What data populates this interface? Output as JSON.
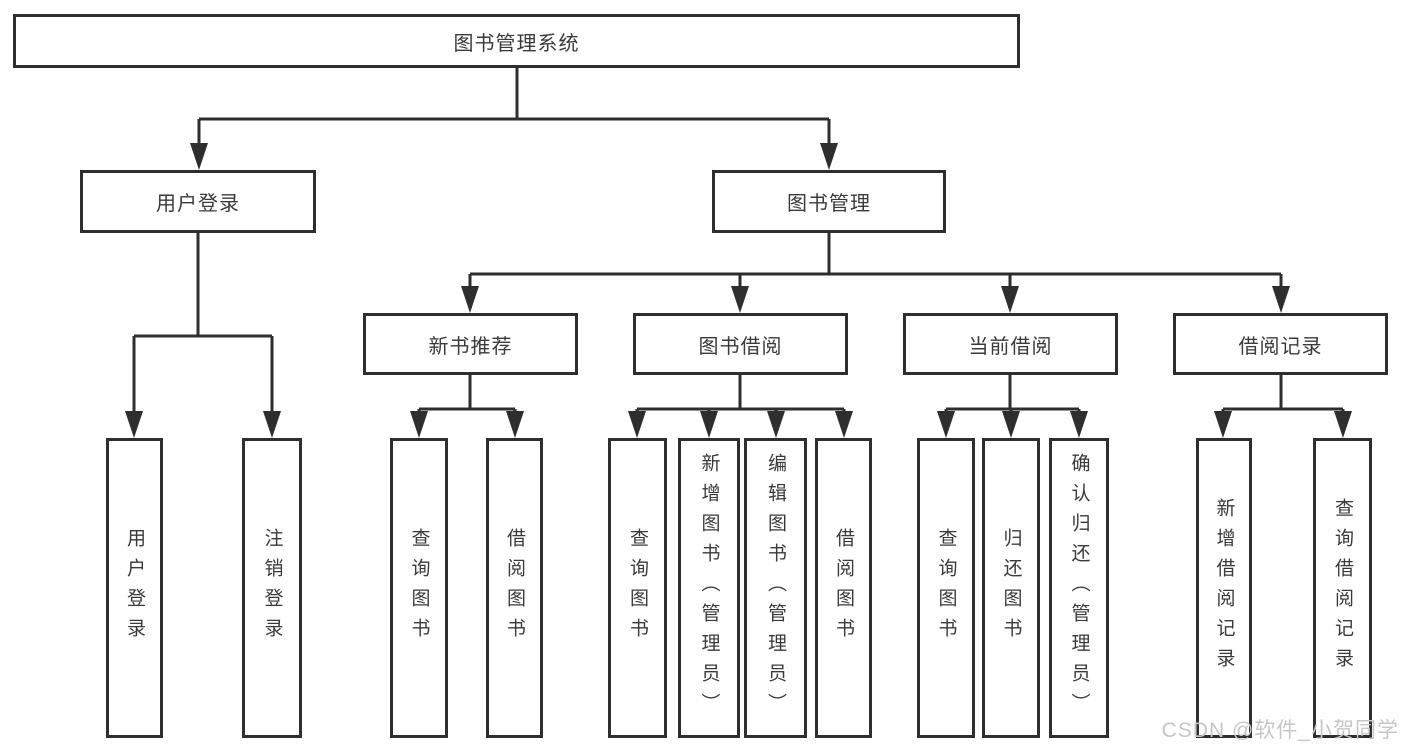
{
  "diagram": {
    "title": "图书管理系统",
    "level2": {
      "user_login": "用户登录",
      "book_management": "图书管理"
    },
    "level3": {
      "new_book_recommend": "新书推荐",
      "book_borrow": "图书借阅",
      "current_borrow": "当前借阅",
      "borrow_records": "借阅记录"
    },
    "leaves": {
      "user_login": [
        "用户登录",
        "注销登录"
      ],
      "new_book_recommend": [
        "查询图书",
        "借阅图书"
      ],
      "book_borrow": [
        "查询图书",
        "新增图书（管理员）",
        "编辑图书（管理员）",
        "借阅图书"
      ],
      "current_borrow": [
        "查询图书",
        "归还图书",
        "确认归还（管理员）"
      ],
      "borrow_records": [
        "新增借阅记录",
        "查询借阅记录"
      ]
    }
  },
  "watermark": {
    "text": "CSDN @软件_小贺同学"
  },
  "colors": {
    "line": "#2e2e2e",
    "text": "#3a3a3a",
    "watermark": "#c8c5c8",
    "background": "#ffffff"
  }
}
